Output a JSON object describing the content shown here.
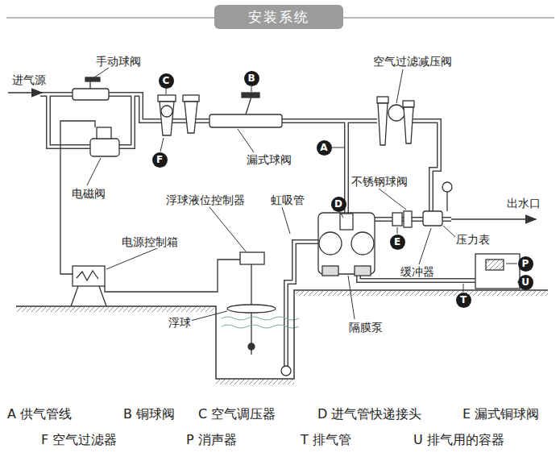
{
  "diagram": {
    "title": "安装系统",
    "nodes": [
      {
        "text": [
          "B"
        ]
      },
      {
        "text": [
          "C"
        ]
      },
      {
        "text": [
          "A"
        ]
      },
      {
        "text": [
          "F"
        ]
      },
      {
        "text": [
          "D"
        ]
      },
      {
        "text": [
          "E"
        ]
      },
      {
        "text": [
          "P"
        ]
      },
      {
        "text": [
          "U"
        ]
      },
      {
        "text": [
          "T"
        ]
      }
    ],
    "labels": [
      "进气源",
      "手动球阀",
      "空气过滤减压阀",
      "漏式球阀",
      "不锈钢球阀",
      "电磁阀",
      "浮球液位控制器",
      "虹吸管",
      "出水口",
      "电源控制箱",
      "压力表",
      "缓冲器",
      "浮球",
      "隔膜泵",
      "A 供气管线",
      "B 铜球阀",
      "C 空气调压器",
      "D 进气管快递接头",
      "E 漏式铜球阀",
      "F 空气过滤器",
      "P 消声器",
      "T 排气管",
      "U 排气用的容器"
    ]
  }
}
